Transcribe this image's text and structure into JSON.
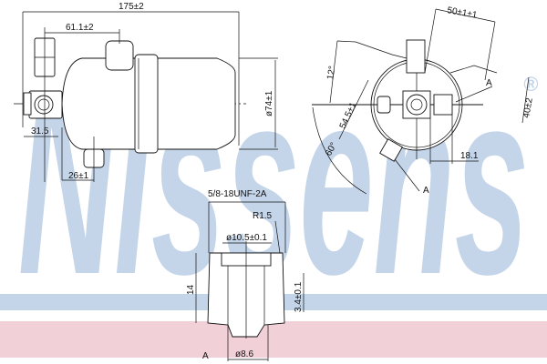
{
  "watermark": {
    "brand": "Nissens",
    "registered": "®",
    "band_color": "#c4d5ea",
    "pink_color": "#f2d0d8"
  },
  "side_view": {
    "overall_length": "175±2",
    "port_offset": "61.1±2",
    "fitting_offset": "31.5",
    "bottom_port_offset": "26±1",
    "diameter": "ø74±1"
  },
  "end_view": {
    "bracket_dim": "50±1±1",
    "angle_top": "12°",
    "radius_dim": "54.5±1",
    "angle_bottom": "60°",
    "height_dim": "40±2",
    "offset_dim": "18.1",
    "section_label_top": "A",
    "section_label_bottom": "A"
  },
  "detail_view": {
    "thread": "5/8-18UNF-2A",
    "radius": "R1.5",
    "outer_diameter": "ø10.5±0.1",
    "height": "14",
    "depth": "3.4±0.1",
    "inner_diameter": "ø8.6",
    "section_label": "A"
  }
}
